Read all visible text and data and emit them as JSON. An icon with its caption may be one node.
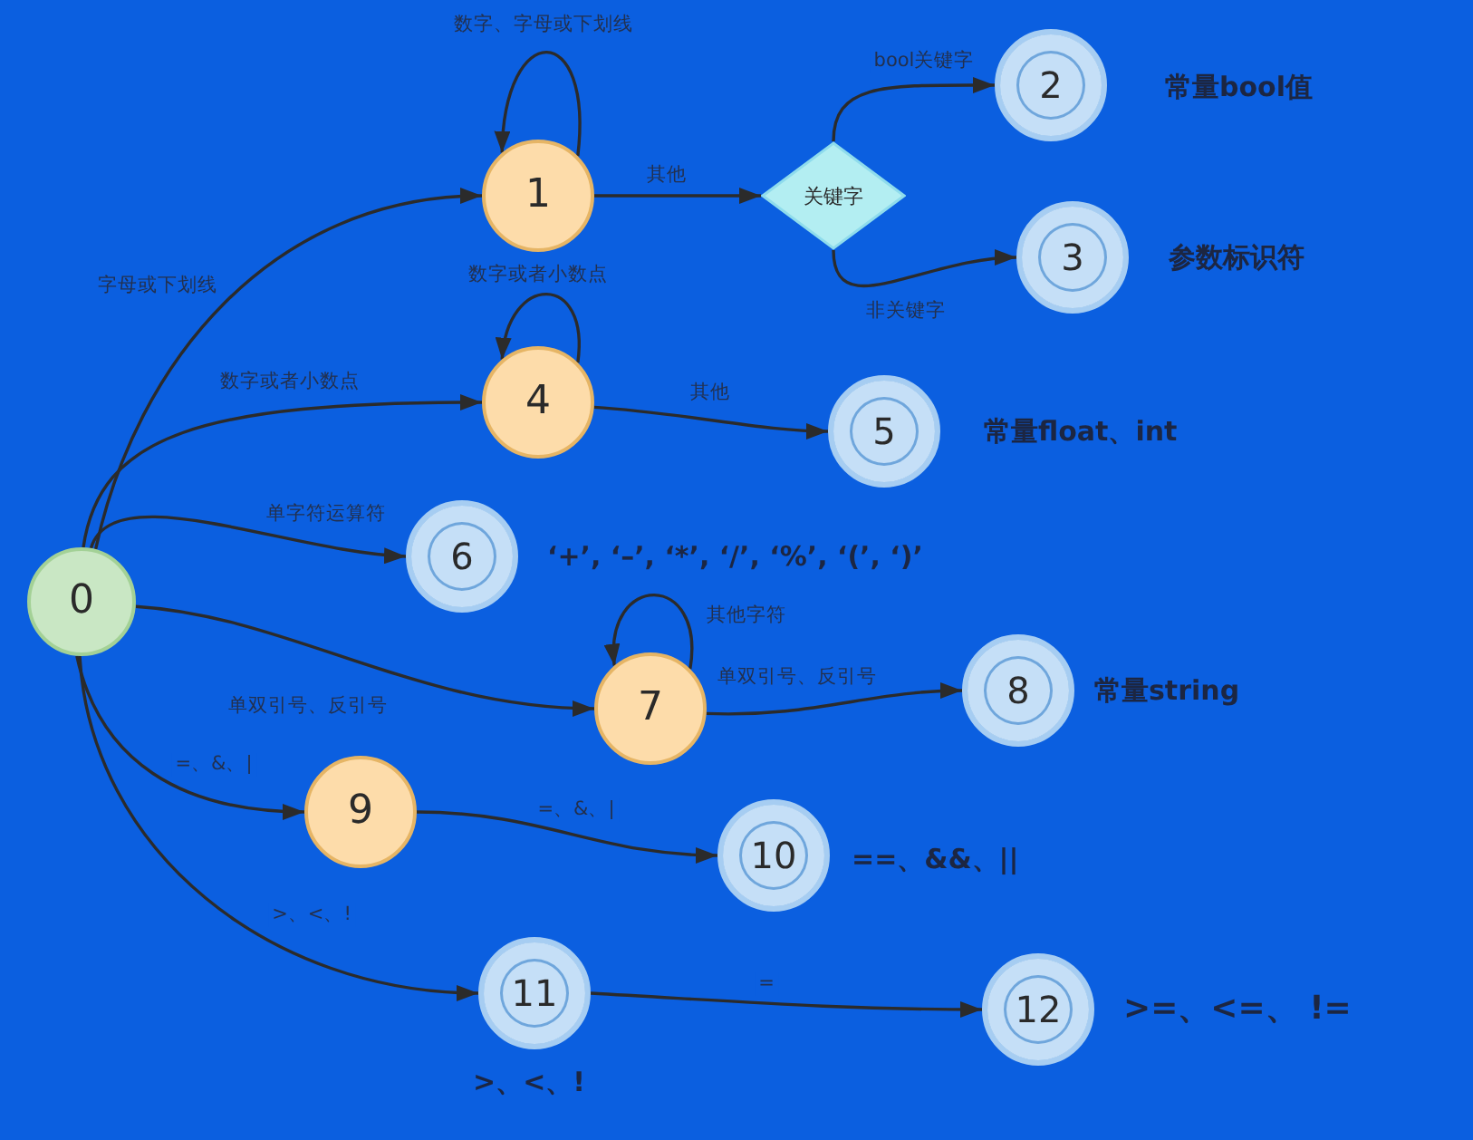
{
  "diagram": {
    "nodes": [
      {
        "text": [
          "0"
        ]
      },
      {
        "text": [
          "1"
        ]
      },
      {
        "text": [
          "关键字"
        ]
      },
      {
        "text": [
          "2"
        ],
        "beside": [
          "常量bool值"
        ]
      },
      {
        "text": [
          "3"
        ],
        "beside": [
          "参数标识符"
        ]
      },
      {
        "text": [
          "4"
        ]
      },
      {
        "text": [
          "5"
        ],
        "beside": [
          "常量float、int"
        ]
      },
      {
        "text": [
          "6"
        ],
        "beside": [
          "‘+’, ‘–’, ‘*’, ‘/’, ‘%’, ‘(’, ‘)’"
        ]
      },
      {
        "text": [
          "7"
        ]
      },
      {
        "text": [
          "8"
        ],
        "beside": [
          "常量string"
        ]
      },
      {
        "text": [
          "9"
        ]
      },
      {
        "text": [
          "10"
        ],
        "beside": [
          "==、&&、||"
        ]
      },
      {
        "text": [
          "11"
        ],
        "beside": [
          ">、<、!"
        ]
      },
      {
        "text": [
          "12"
        ],
        "beside": [
          ">=、<=、 !="
        ]
      }
    ],
    "edges": [
      {
        "from": 0,
        "to": 1,
        "arrow": "to",
        "label": "字母或下划线"
      },
      {
        "from": 1,
        "to": 1,
        "arrow": "to",
        "label": "数字、字母或下划线"
      },
      {
        "from": 1,
        "to": 2,
        "arrow": "to",
        "label": "其他"
      },
      {
        "from": 2,
        "to": 3,
        "arrow": "to",
        "label": "bool关键字"
      },
      {
        "from": 2,
        "to": 4,
        "arrow": "to",
        "label": "非关键字"
      },
      {
        "from": 0,
        "to": 5,
        "arrow": "to",
        "label": "数字或者小数点"
      },
      {
        "from": 5,
        "to": 5,
        "arrow": "to",
        "label": "数字或者小数点"
      },
      {
        "from": 5,
        "to": 6,
        "arrow": "to",
        "label": "其他"
      },
      {
        "from": 0,
        "to": 7,
        "arrow": "to",
        "label": "单字符运算符"
      },
      {
        "from": 0,
        "to": 8,
        "arrow": "to",
        "label": "单双引号、反引号"
      },
      {
        "from": 8,
        "to": 8,
        "arrow": "to",
        "label": "其他字符"
      },
      {
        "from": 8,
        "to": 9,
        "arrow": "to",
        "label": "单双引号、反引号"
      },
      {
        "from": 0,
        "to": 10,
        "arrow": "to",
        "label": "=、&、|"
      },
      {
        "from": 10,
        "to": 11,
        "arrow": "to",
        "label": "=、&、|"
      },
      {
        "from": 0,
        "to": 12,
        "arrow": "to",
        "label": ">、<、!"
      },
      {
        "from": 12,
        "to": 13,
        "arrow": "to",
        "label": "="
      }
    ]
  }
}
